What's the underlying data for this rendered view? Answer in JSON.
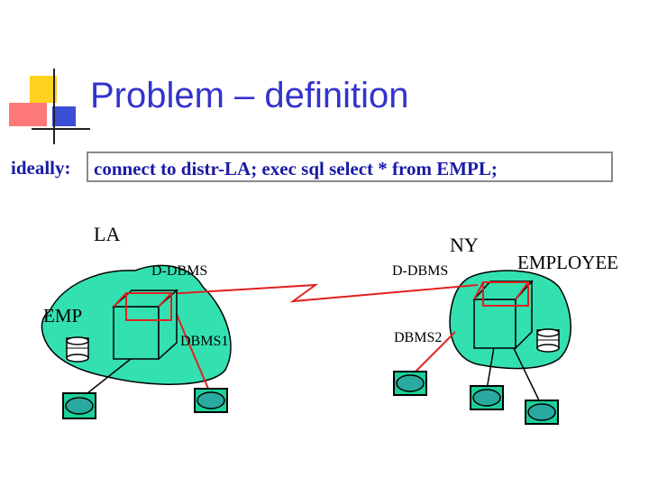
{
  "slide": {
    "title": "Problem – definition",
    "ideally_label": "ideally:",
    "command": "connect to distr-LA; exec sql select * from EMPL;"
  },
  "diagram": {
    "site_la": "LA",
    "site_ny": "NY",
    "ddbms_la": "D-DBMS",
    "ddbms_ny": "D-DBMS",
    "table_la": "EMP",
    "table_ny": "EMPLOYEE",
    "dbms_la": "DBMS1",
    "dbms_ny": "DBMS2"
  },
  "colors": {
    "title": "#3333cc",
    "code": "#1a1aa6",
    "network_fill": "#33e0b0",
    "link": "#e02020",
    "accent_yellow": "#ffd21f",
    "accent_red": "#ff6464",
    "accent_blue": "#3b4fd6"
  }
}
